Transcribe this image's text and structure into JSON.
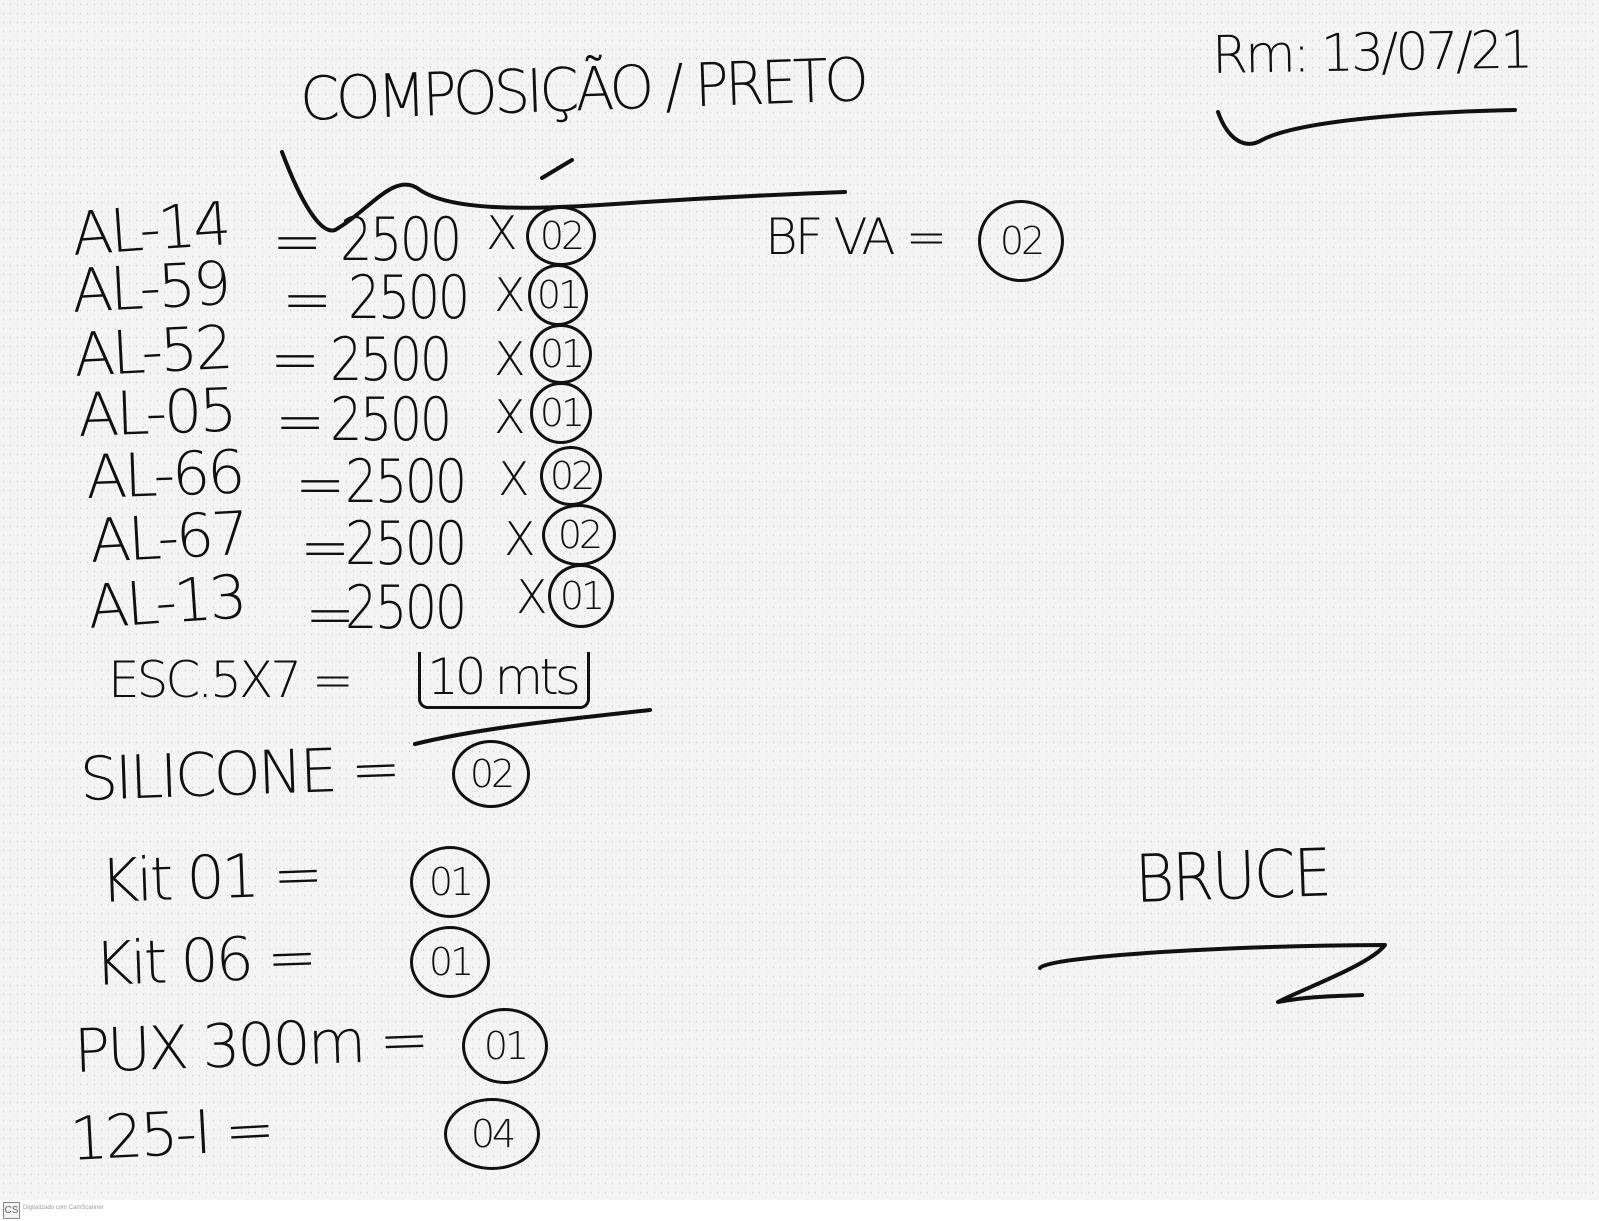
{
  "note": {
    "title": "COMPOSIÇÃO / PRETO",
    "date": "Rm: 13/07/21",
    "items": [
      {
        "code": "AL-14",
        "length": "2500",
        "op": "X",
        "qty": "02"
      },
      {
        "code": "AL-59",
        "length": "2500",
        "op": "X",
        "qty": "01"
      },
      {
        "code": "AL-52",
        "length": "2500",
        "op": "X",
        "qty": "01"
      },
      {
        "code": "AL-05",
        "length": "2500",
        "op": "X",
        "qty": "01"
      },
      {
        "code": "AL-66",
        "length": "2500",
        "op": "X",
        "qty": "02"
      },
      {
        "code": "AL-67",
        "length": "2500",
        "op": "X",
        "qty": "02"
      },
      {
        "code": "AL-13",
        "length": "2500",
        "op": "X",
        "qty": "01"
      }
    ],
    "esc": {
      "label": "ESC.5X7 =",
      "value": "10 mts"
    },
    "extras": [
      {
        "label": "SILICONE =",
        "qty": "02"
      },
      {
        "label": "Kit 01 =",
        "qty": "01"
      },
      {
        "label": "Kit 06 =",
        "qty": "01"
      },
      {
        "label": "PUX 300m =",
        "qty": "01"
      },
      {
        "label": "125-I =",
        "qty": "04"
      }
    ],
    "side": {
      "label": "BF VA =",
      "qty": "02"
    },
    "signature": "BRUCE"
  },
  "footer": {
    "logo": "CS",
    "text": "Digitalizado com CamScanner"
  }
}
